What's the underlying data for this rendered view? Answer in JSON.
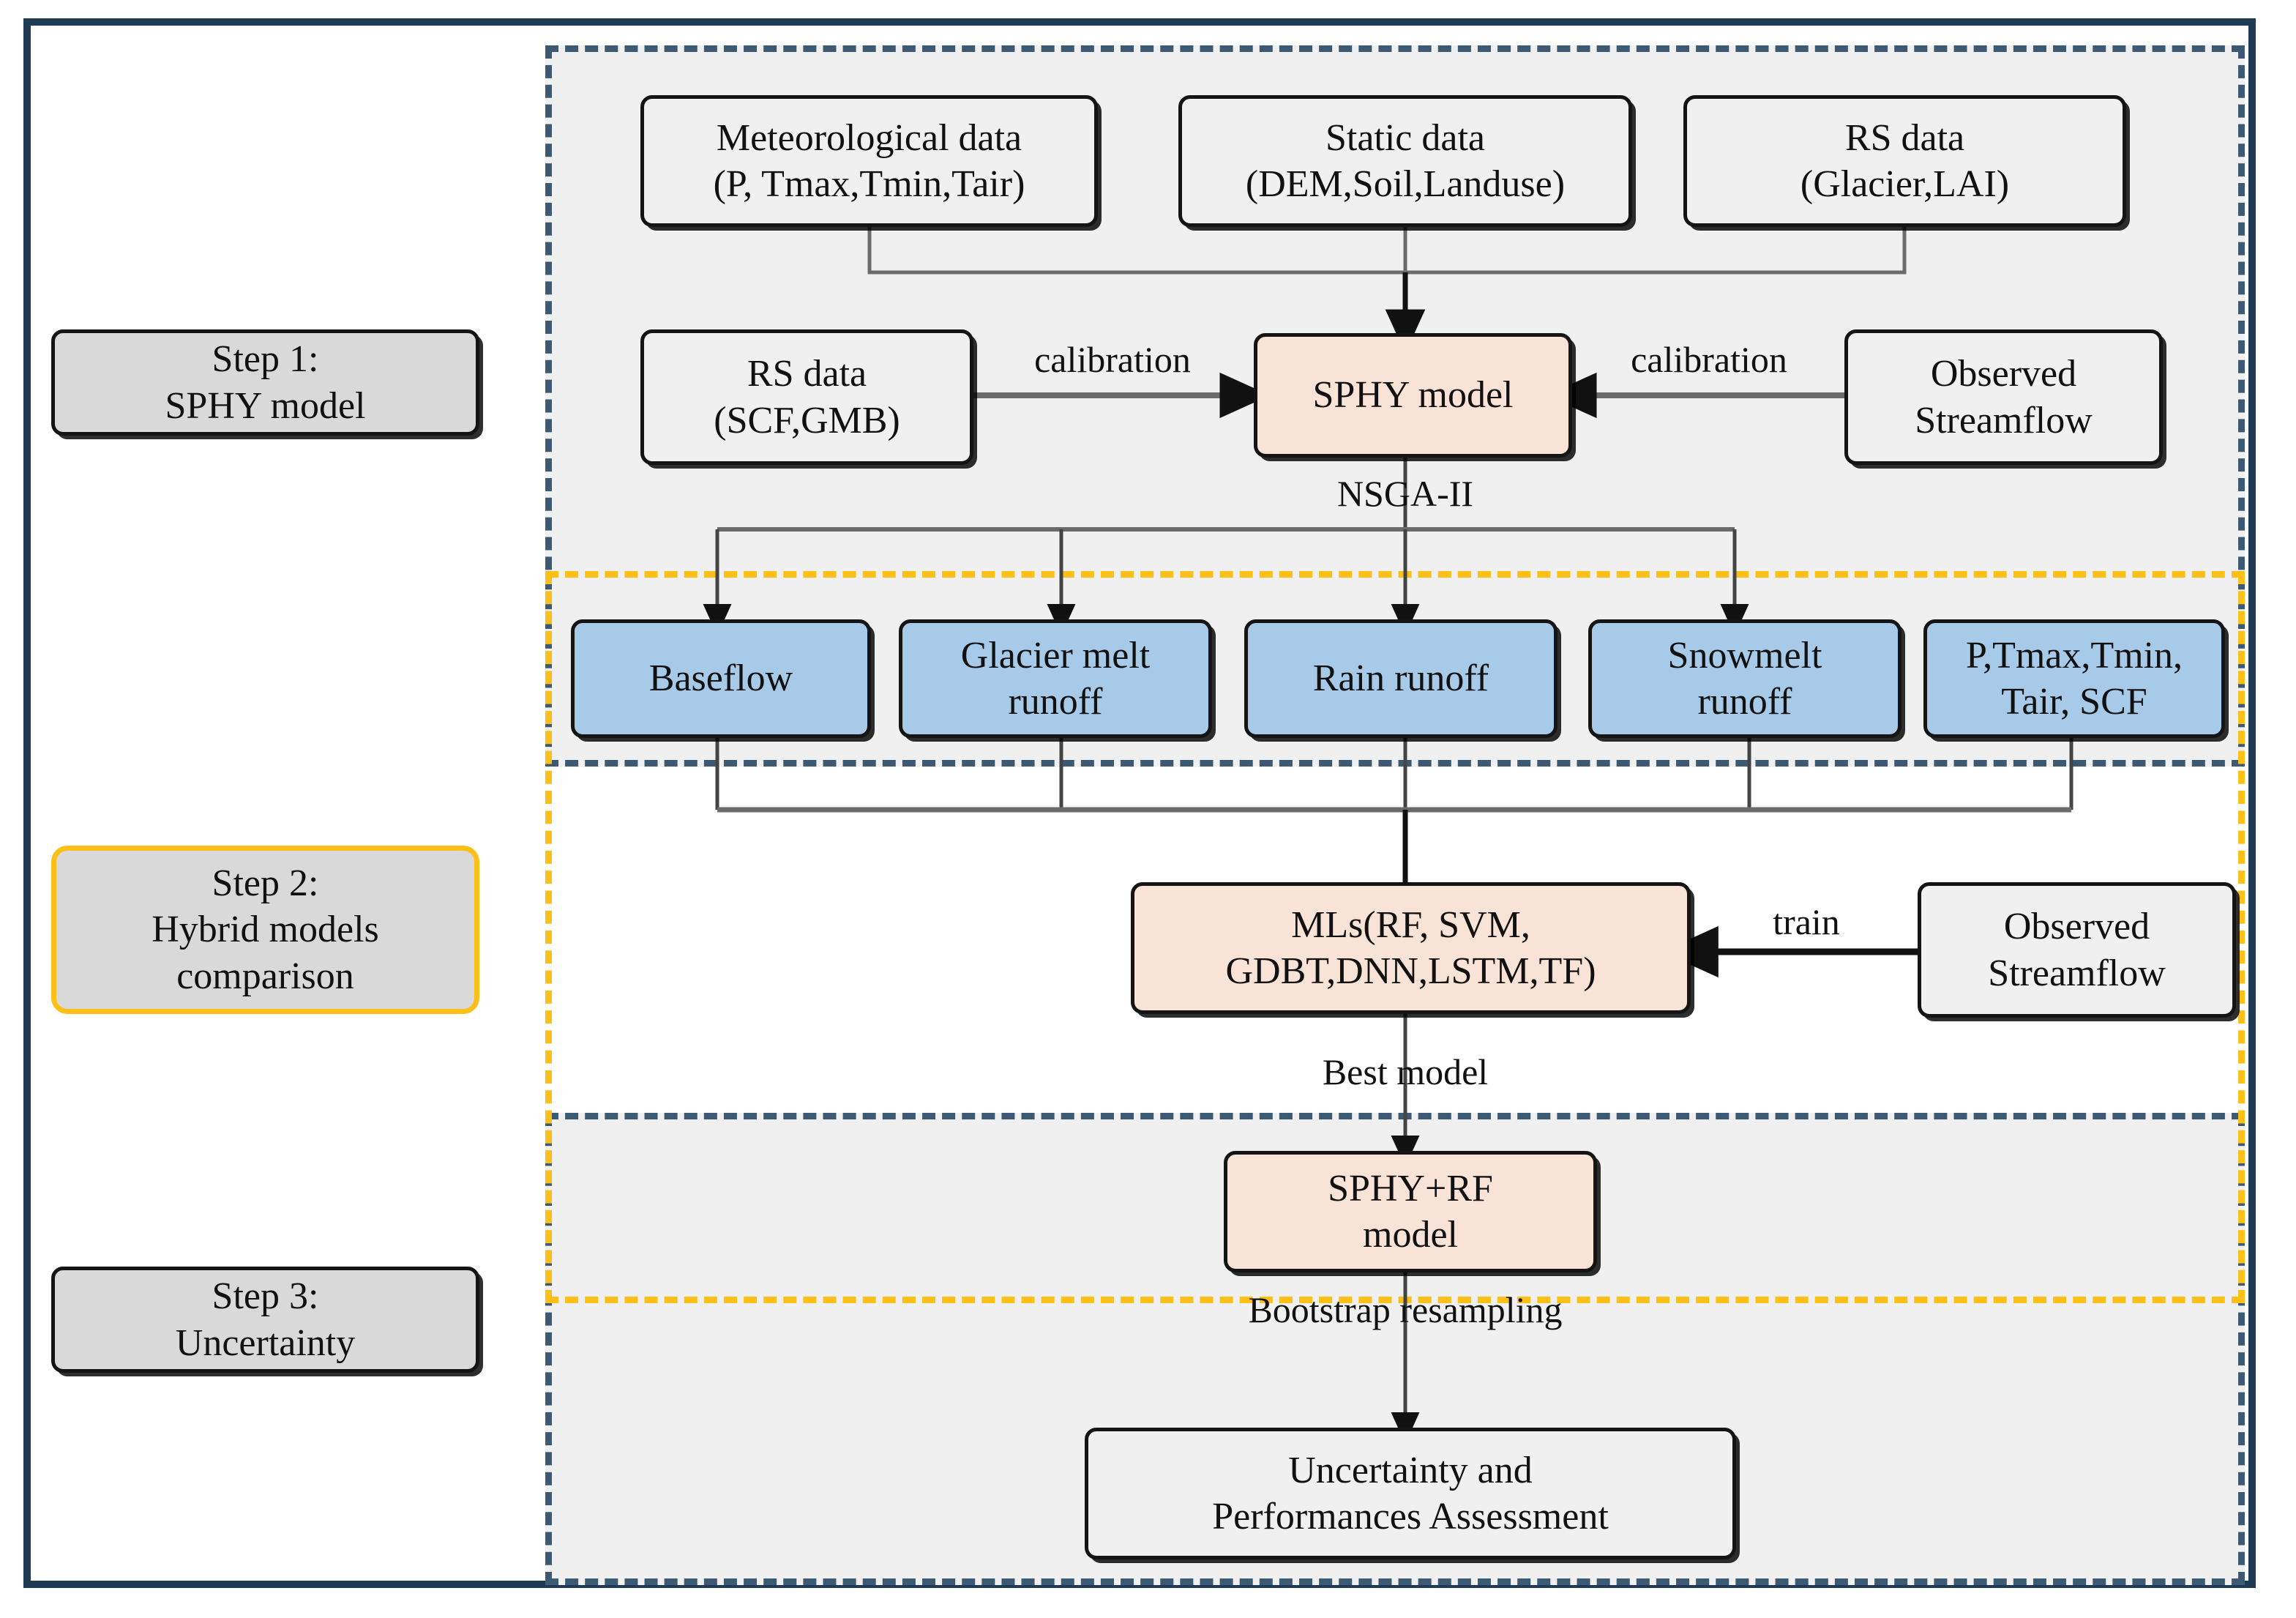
{
  "title": "SPHY hybrid modelling workflow",
  "colors": {
    "frame": "#1e3a54",
    "region_step1_border": "#3c5a73",
    "region_step2_border": "#fcc018",
    "region_step3_border": "#3c5a73",
    "region_fill": "#f0f0f0",
    "node_blue": "#a8cae9",
    "node_peach": "#f9e2d6",
    "node_grey": "#d9d9d9",
    "node_border": "#141414",
    "canvas": "#ffffff"
  },
  "steps": [
    {
      "id": "step1",
      "line1": "Step 1:",
      "line2": "SPHY model",
      "line3": ""
    },
    {
      "id": "step2",
      "line1": "Step 2:",
      "line2": "Hybrid models",
      "line3": "comparison"
    },
    {
      "id": "step3",
      "line1": "Step 3:",
      "line2": "Uncertainty",
      "line3": ""
    }
  ],
  "nodes": {
    "meteorological_data": {
      "line1": "Meteorological data",
      "line2": "(P, Tmax,Tmin,Tair)"
    },
    "static_data": {
      "line1": "Static data",
      "line2": "(DEM,Soil,Landuse)"
    },
    "rs_data_top": {
      "line1": "RS data",
      "line2": "(Glacier,LAI)"
    },
    "rs_data_left": {
      "line1": "RS data",
      "line2": "(SCF,GMB)"
    },
    "sphy_model": {
      "line1": "SPHY model",
      "line2": ""
    },
    "observed_streamflow_1": {
      "line1": "Observed",
      "line2": "Streamflow"
    },
    "baseflow": {
      "line1": "Baseflow",
      "line2": ""
    },
    "glacier_melt_runoff": {
      "line1": "Glacier melt",
      "line2": "runoff"
    },
    "rain_runoff": {
      "line1": "Rain runoff",
      "line2": ""
    },
    "snowmelt_runoff": {
      "line1": "Snowmelt",
      "line2": "runoff"
    },
    "forcings": {
      "line1": "P,Tmax,Tmin,",
      "line2": "Tair, SCF"
    },
    "mls": {
      "line1": "MLs(RF, SVM,",
      "line2": "GDBT,DNN,LSTM,TF)"
    },
    "observed_streamflow_2": {
      "line1": "Observed",
      "line2": "Streamflow"
    },
    "sphy_rf_model": {
      "line1": "SPHY+RF",
      "line2": "model"
    },
    "uncertainty_assessment": {
      "line1": "Uncertainty and",
      "line2": "Performances Assessment"
    }
  },
  "edge_labels": {
    "calibration_left": "calibration",
    "calibration_right": "calibration",
    "nsga2": "NSGA-II",
    "train": "train",
    "best_model": "Best model",
    "bootstrap": "Bootstrap resampling"
  }
}
